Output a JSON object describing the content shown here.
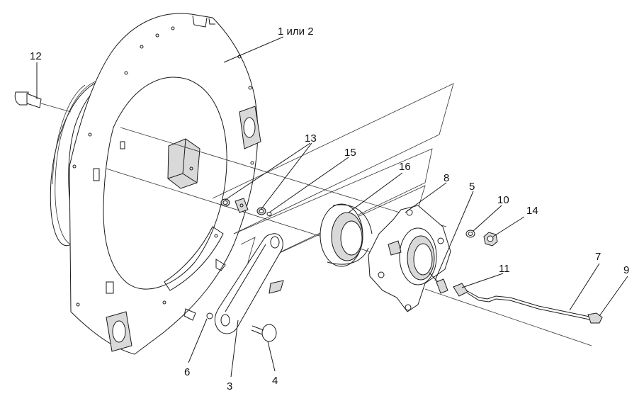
{
  "labels": {
    "p1": "1 или 2",
    "p12": "12",
    "p13": "13",
    "p15": "15",
    "p16": "16",
    "p8": "8",
    "p5": "5",
    "p10": "10",
    "p14": "14",
    "p11": "11",
    "p7": "7",
    "p9": "9",
    "p6": "6",
    "p3": "3",
    "p4": "4"
  },
  "colors": {
    "line": "#1a1a1a",
    "fill_light": "#d9d9d9",
    "fill_dark": "#9a9a9a"
  }
}
